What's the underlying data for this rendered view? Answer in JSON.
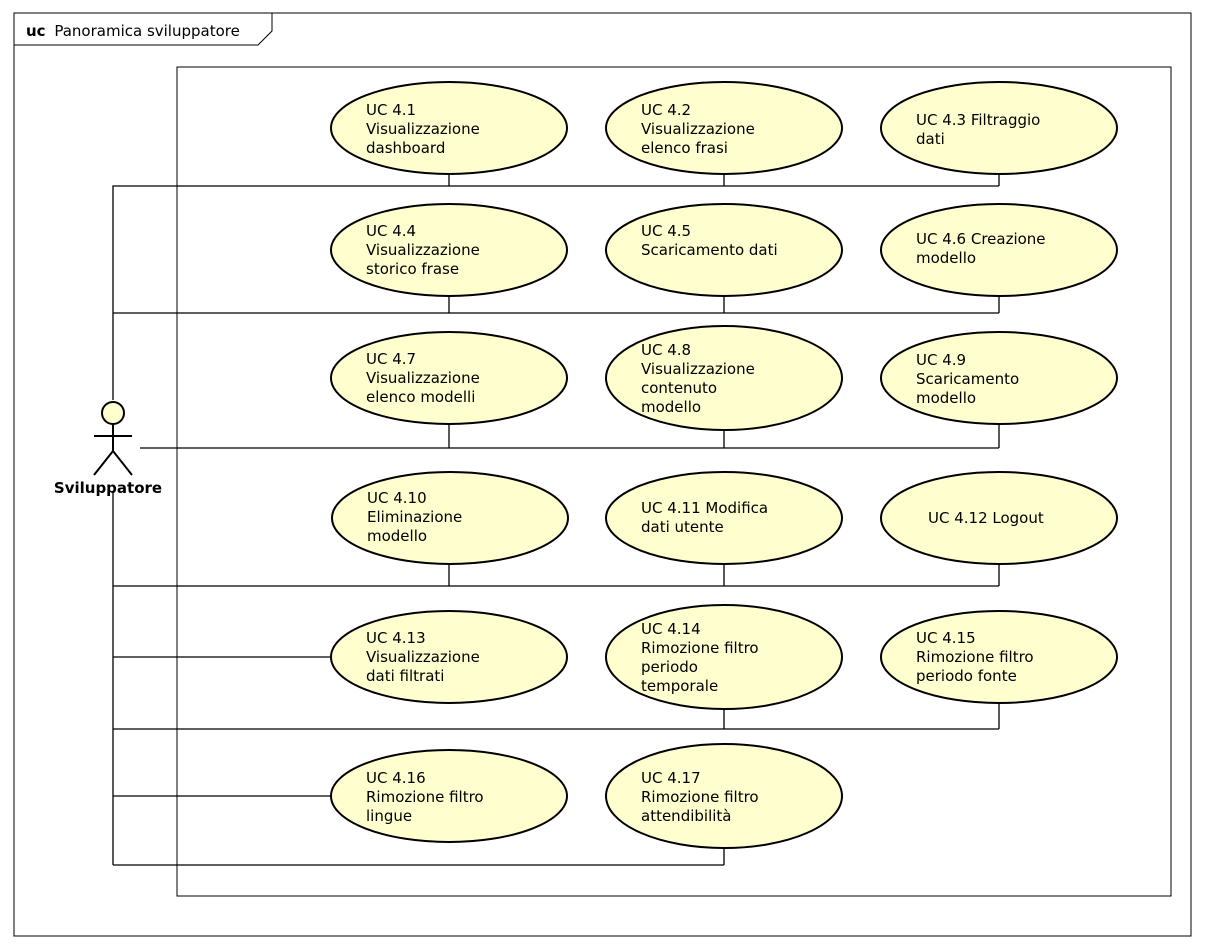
{
  "frame": {
    "keyword": "uc",
    "title": "Panoramica sviluppatore"
  },
  "actor": {
    "name": "Sviluppatore"
  },
  "colors": {
    "usecase_fill": "#fefece",
    "stroke": "#000000",
    "background": "#ffffff"
  },
  "usecases": [
    {
      "id": "uc-4-1",
      "lines": [
        "UC 4.1",
        "Visualizzazione",
        "dashboard"
      ]
    },
    {
      "id": "uc-4-2",
      "lines": [
        "UC 4.2",
        "Visualizzazione",
        "elenco frasi"
      ]
    },
    {
      "id": "uc-4-3",
      "lines": [
        "UC 4.3 Filtraggio",
        "dati"
      ]
    },
    {
      "id": "uc-4-4",
      "lines": [
        "UC 4.4",
        "Visualizzazione",
        "storico frase"
      ]
    },
    {
      "id": "uc-4-5",
      "lines": [
        "UC 4.5",
        "Scaricamento dati"
      ]
    },
    {
      "id": "uc-4-6",
      "lines": [
        "UC 4.6 Creazione",
        "modello"
      ]
    },
    {
      "id": "uc-4-7",
      "lines": [
        "UC 4.7",
        "Visualizzazione",
        "elenco modelli"
      ]
    },
    {
      "id": "uc-4-8",
      "lines": [
        "UC 4.8",
        "Visualizzazione",
        "contenuto",
        "modello"
      ]
    },
    {
      "id": "uc-4-9",
      "lines": [
        "UC 4.9",
        "Scaricamento",
        "modello"
      ]
    },
    {
      "id": "uc-4-10",
      "lines": [
        "UC 4.10",
        "Eliminazione",
        "modello"
      ]
    },
    {
      "id": "uc-4-11",
      "lines": [
        "UC 4.11 Modifica",
        "dati utente"
      ]
    },
    {
      "id": "uc-4-12",
      "lines": [
        "UC 4.12 Logout"
      ]
    },
    {
      "id": "uc-4-13",
      "lines": [
        "UC 4.13",
        "Visualizzazione",
        "dati filtrati"
      ]
    },
    {
      "id": "uc-4-14",
      "lines": [
        "UC 4.14",
        "Rimozione filtro",
        "periodo",
        "temporale"
      ]
    },
    {
      "id": "uc-4-15",
      "lines": [
        "UC 4.15",
        "Rimozione filtro",
        "periodo fonte"
      ]
    },
    {
      "id": "uc-4-16",
      "lines": [
        "UC 4.16",
        "Rimozione filtro",
        "lingue"
      ]
    },
    {
      "id": "uc-4-17",
      "lines": [
        "UC 4.17",
        "Rimozione filtro",
        "attendibilità"
      ]
    }
  ]
}
